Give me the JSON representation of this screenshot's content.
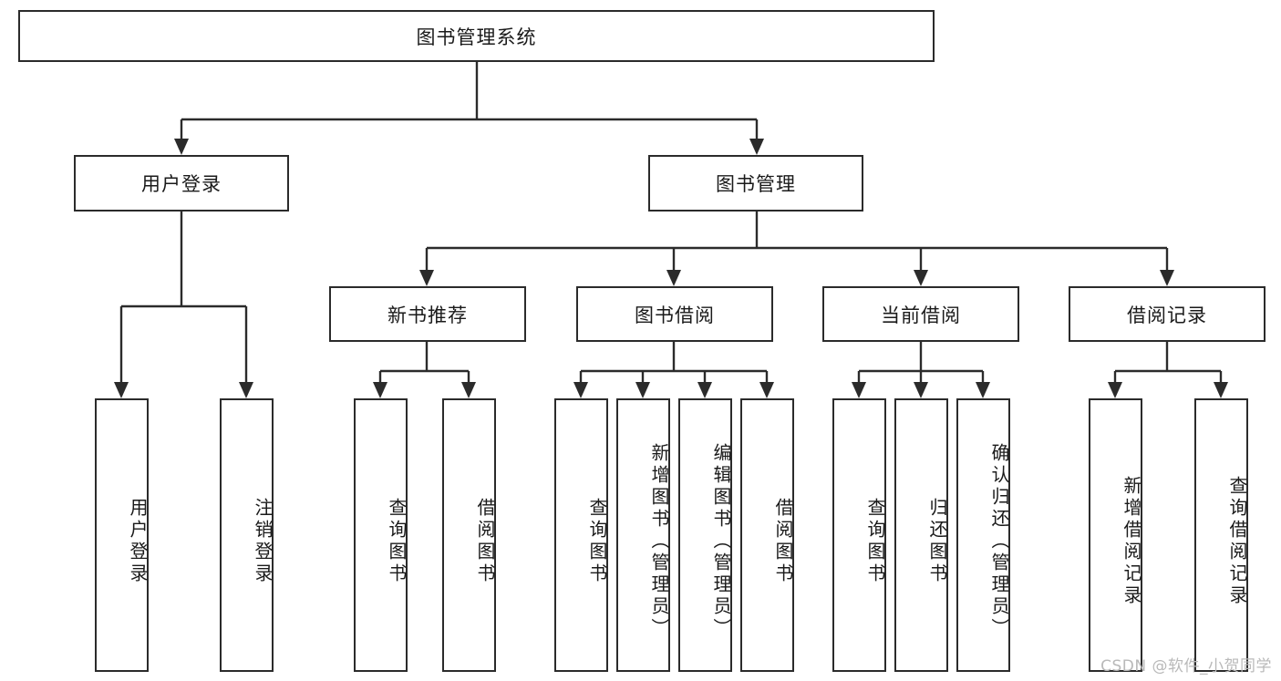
{
  "diagram": {
    "type": "tree",
    "title": "图书管理系统",
    "watermark": "CSDN @软件_小贺同学",
    "colors": {
      "stroke": "#2b2b2b",
      "fill": "#ffffff",
      "text": "#1a1a1a",
      "watermark": "#b9b9b9"
    },
    "nodes": {
      "root": {
        "label": "图书管理系统"
      },
      "level2": [
        {
          "id": "user-login",
          "label": "用户登录"
        },
        {
          "id": "book-management",
          "label": "图书管理"
        }
      ],
      "level3": [
        {
          "id": "new-book-recommend",
          "label": "新书推荐"
        },
        {
          "id": "book-borrow",
          "label": "图书借阅"
        },
        {
          "id": "current-borrow",
          "label": "当前借阅"
        },
        {
          "id": "borrow-record",
          "label": "借阅记录"
        }
      ],
      "leaves": {
        "user-login": [
          {
            "id": "leaf-user-login",
            "label": "用户登录"
          },
          {
            "id": "leaf-logout-login",
            "label": "注销登录"
          }
        ],
        "new-book-recommend": [
          {
            "id": "leaf-query-book-1",
            "label": "查询图书"
          },
          {
            "id": "leaf-borrow-book-1",
            "label": "借阅图书"
          }
        ],
        "book-borrow": [
          {
            "id": "leaf-query-book-2",
            "label": "查询图书"
          },
          {
            "id": "leaf-add-book",
            "label": "新增图书（管理员）"
          },
          {
            "id": "leaf-edit-book",
            "label": "编辑图书（管理员）"
          },
          {
            "id": "leaf-borrow-book-2",
            "label": "借阅图书"
          }
        ],
        "current-borrow": [
          {
            "id": "leaf-query-book-3",
            "label": "查询图书"
          },
          {
            "id": "leaf-return-book",
            "label": "归还图书"
          },
          {
            "id": "leaf-confirm-return",
            "label": "确认归还（管理员）"
          }
        ],
        "borrow-record": [
          {
            "id": "leaf-add-record",
            "label": "新增借阅记录"
          },
          {
            "id": "leaf-query-record",
            "label": "查询借阅记录"
          }
        ]
      }
    }
  }
}
